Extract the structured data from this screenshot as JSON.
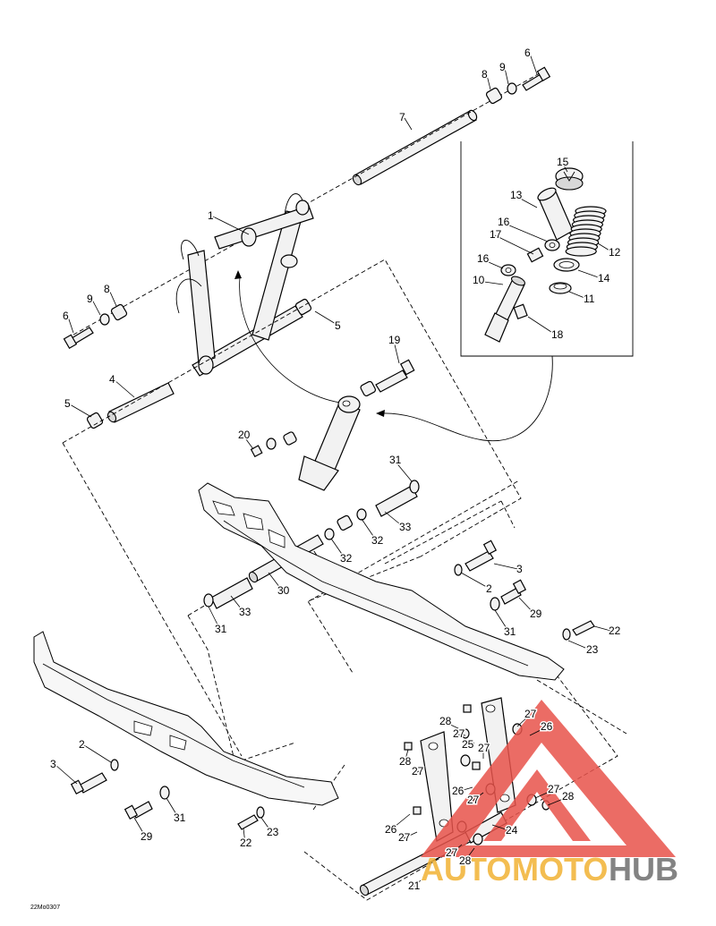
{
  "drawing_code": "22Mo0307",
  "watermark": {
    "parts": [
      "AUTO",
      "MOTO",
      "HUB"
    ],
    "colors": {
      "auto": "#f2b233",
      "moto": "#f2b233",
      "hub": "#6e6e6e",
      "triangle": "#e8534b"
    }
  },
  "callouts": [
    {
      "id": "c6a",
      "label": "6"
    },
    {
      "id": "c9a",
      "label": "9"
    },
    {
      "id": "c8a",
      "label": "8"
    },
    {
      "id": "c7",
      "label": "7"
    },
    {
      "id": "c15",
      "label": "15"
    },
    {
      "id": "c13",
      "label": "13"
    },
    {
      "id": "c16a",
      "label": "16"
    },
    {
      "id": "c17",
      "label": "17"
    },
    {
      "id": "c12",
      "label": "12"
    },
    {
      "id": "c16b",
      "label": "16"
    },
    {
      "id": "c14",
      "label": "14"
    },
    {
      "id": "c10",
      "label": "10"
    },
    {
      "id": "c11",
      "label": "11"
    },
    {
      "id": "c18",
      "label": "18"
    },
    {
      "id": "c1",
      "label": "1"
    },
    {
      "id": "c8b",
      "label": "8"
    },
    {
      "id": "c9b",
      "label": "9"
    },
    {
      "id": "c6b",
      "label": "6"
    },
    {
      "id": "c5a",
      "label": "5"
    },
    {
      "id": "c19",
      "label": "19"
    },
    {
      "id": "c4",
      "label": "4"
    },
    {
      "id": "c5b",
      "label": "5"
    },
    {
      "id": "c20",
      "label": "20"
    },
    {
      "id": "c31a",
      "label": "31"
    },
    {
      "id": "c33a",
      "label": "33"
    },
    {
      "id": "c32a",
      "label": "32"
    },
    {
      "id": "c32b",
      "label": "32"
    },
    {
      "id": "c3a",
      "label": "3"
    },
    {
      "id": "c30",
      "label": "30"
    },
    {
      "id": "c2a",
      "label": "2"
    },
    {
      "id": "c33b",
      "label": "33"
    },
    {
      "id": "c29a",
      "label": "29"
    },
    {
      "id": "c31b",
      "label": "31"
    },
    {
      "id": "c31c",
      "label": "31"
    },
    {
      "id": "c22a",
      "label": "22"
    },
    {
      "id": "c23a",
      "label": "23"
    },
    {
      "id": "c28a",
      "label": "28"
    },
    {
      "id": "c27a",
      "label": "27"
    },
    {
      "id": "c26a",
      "label": "26"
    },
    {
      "id": "c25",
      "label": "25"
    },
    {
      "id": "c27b",
      "label": "27"
    },
    {
      "id": "c28b",
      "label": "28"
    },
    {
      "id": "c27c",
      "label": "27"
    },
    {
      "id": "c27d",
      "label": "27"
    },
    {
      "id": "c26b",
      "label": "26"
    },
    {
      "id": "c27e",
      "label": "27"
    },
    {
      "id": "c27f",
      "label": "27"
    },
    {
      "id": "c28c",
      "label": "28"
    },
    {
      "id": "c26c",
      "label": "26"
    },
    {
      "id": "c27g",
      "label": "27"
    },
    {
      "id": "c24",
      "label": "24"
    },
    {
      "id": "c27h",
      "label": "27"
    },
    {
      "id": "c28d",
      "label": "28"
    },
    {
      "id": "c3b",
      "label": "3"
    },
    {
      "id": "c2b",
      "label": "2"
    },
    {
      "id": "c31d",
      "label": "31"
    },
    {
      "id": "c29b",
      "label": "29"
    },
    {
      "id": "c22b",
      "label": "22"
    },
    {
      "id": "c23b",
      "label": "23"
    },
    {
      "id": "c21",
      "label": "21"
    }
  ]
}
